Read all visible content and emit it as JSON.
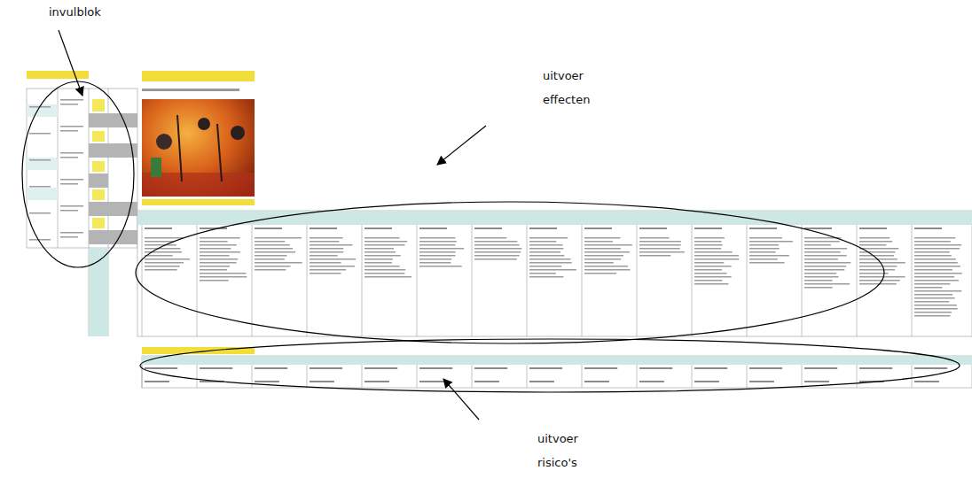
{
  "diagram": {
    "labels": [
      "invulblok",
      "uitvoer effecten",
      "uitvoer risico's"
    ]
  }
}
